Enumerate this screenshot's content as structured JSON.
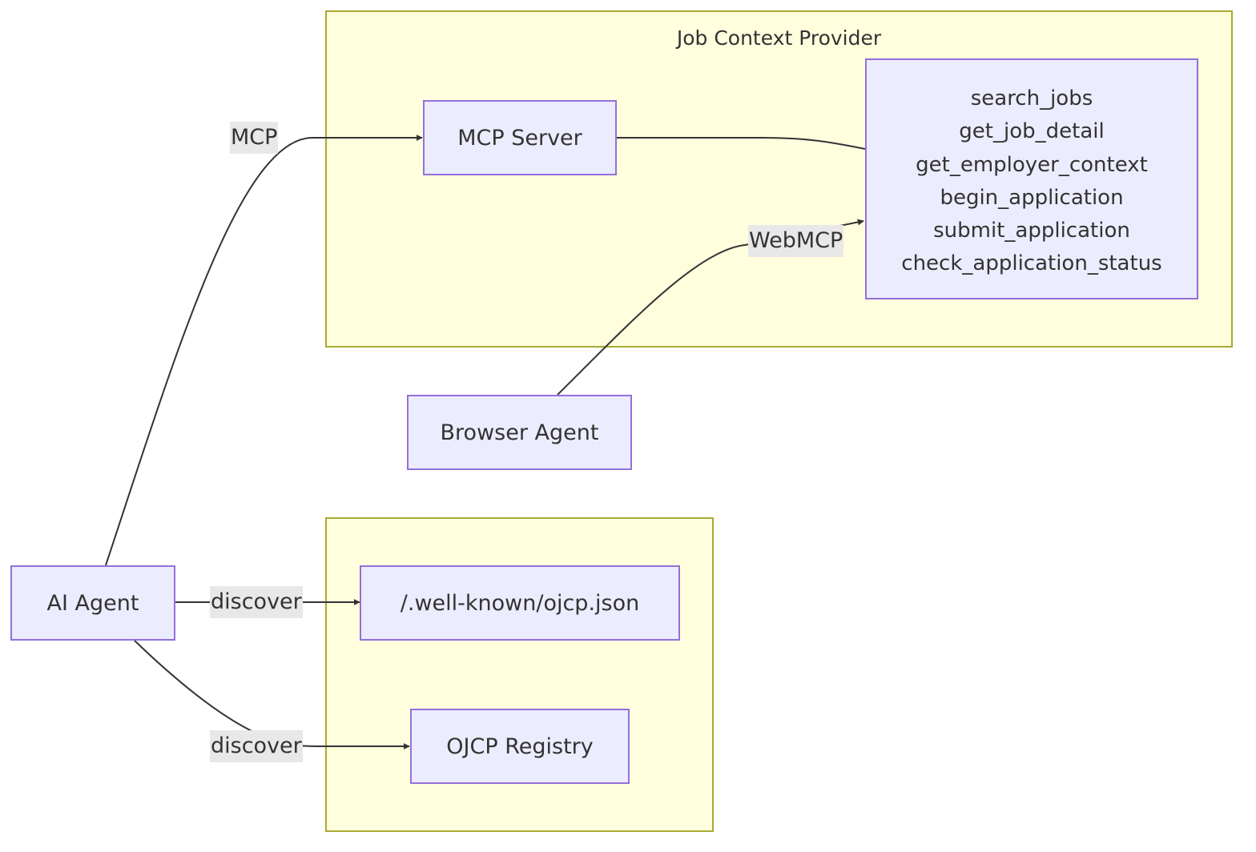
{
  "diagram": {
    "clusters": {
      "provider": {
        "title": "Job Context Provider"
      },
      "discovery": {
        "title": ""
      }
    },
    "nodes": {
      "mcp_server": "MCP Server",
      "tools": [
        "search_jobs",
        "get_job_detail",
        "get_employer_context",
        "begin_application",
        "submit_application",
        "check_application_status"
      ],
      "browser_agent": "Browser Agent",
      "ai_agent": "AI Agent",
      "well_known": "/.well-known/ojcp.json",
      "registry": "OJCP Registry"
    },
    "edges": [
      {
        "from": "AI Agent",
        "to": "MCP Server",
        "label": "MCP"
      },
      {
        "from": "MCP Server",
        "to": "tools",
        "label": ""
      },
      {
        "from": "Browser Agent",
        "to": "tools",
        "label": "WebMCP"
      },
      {
        "from": "AI Agent",
        "to": "/.well-known/ojcp.json",
        "label": "discover"
      },
      {
        "from": "AI Agent",
        "to": "OJCP Registry",
        "label": "discover"
      }
    ],
    "colors": {
      "node_fill": "#ececff",
      "node_border": "#9370db",
      "cluster_fill": "#ffffde",
      "cluster_border": "#aaaa33",
      "edge": "#333333",
      "label_bg": "#e8e8e8"
    }
  }
}
